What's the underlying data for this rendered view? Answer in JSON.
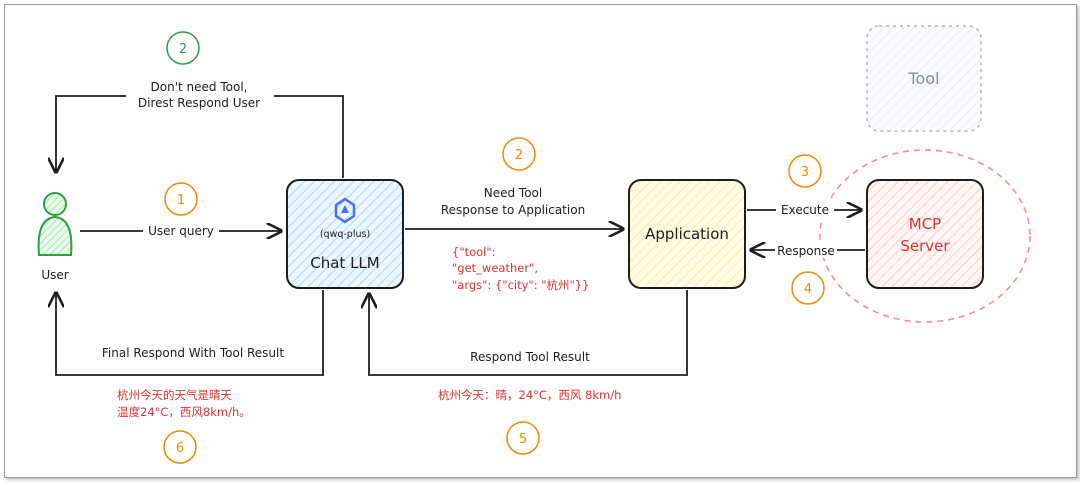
{
  "nodes": {
    "user": "User",
    "chat_llm": "Chat LLM",
    "model": "(qwq-plus)",
    "application": "Application",
    "mcp_line1": "MCP",
    "mcp_line2": "Server",
    "tool": "Tool"
  },
  "edges": {
    "no_tool_line1": "Don't need Tool,",
    "no_tool_line2": "Direst Respond User",
    "user_query": "User query",
    "need_tool_line1": "Need Tool",
    "need_tool_line2": "Response to Application",
    "execute": "Execute",
    "response": "Response",
    "final_respond": "Final Respond With Tool Result",
    "respond_tool_result": "Respond Tool Result"
  },
  "payloads": {
    "tool_call_line1": "{\"tool\":",
    "tool_call_line2": "\"get_weather\",",
    "tool_call_line3": "\"args\": {\"city\": \"杭州\"}}",
    "tool_result": "杭州今天：晴，24°C，西风 8km/h",
    "final_line1": "杭州今天的天气是晴天",
    "final_line2": "温度24°C，西风8km/h。"
  },
  "steps": {
    "s1": "1",
    "s2_top": "2",
    "s2_mid": "2",
    "s3": "3",
    "s4": "4",
    "s5": "5",
    "s6": "6"
  },
  "colors": {
    "orange": "#f08c00",
    "green": "#2f9e44",
    "red": "#e03131",
    "blue_fill": "#d0ebff",
    "yellow_fill": "#fff3bf",
    "pink_fill": "#ffe3e3"
  }
}
